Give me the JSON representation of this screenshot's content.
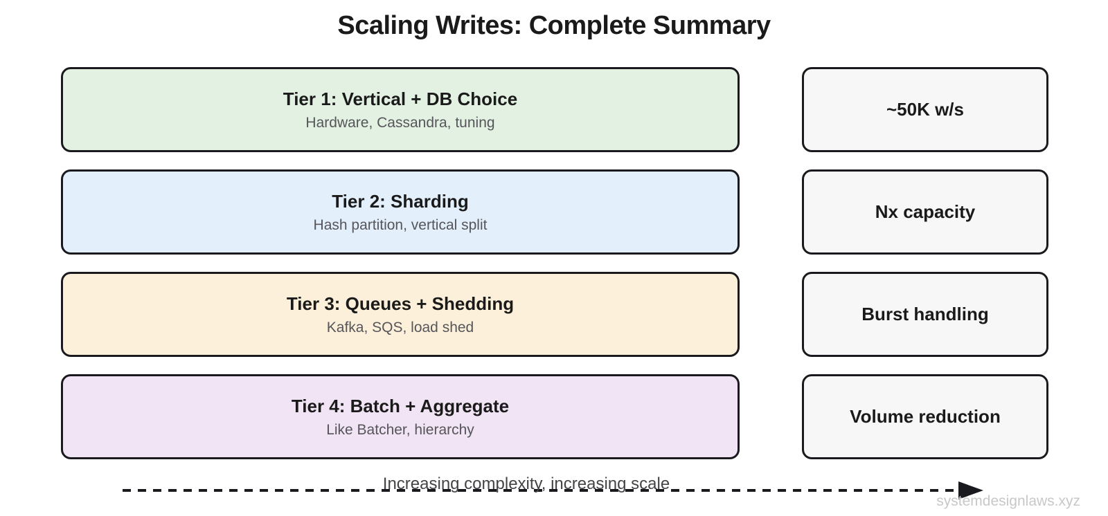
{
  "title": "Scaling Writes: Complete Summary",
  "tiers": [
    {
      "name": "Tier 1: Vertical + DB Choice",
      "detail": "Hardware, Cassandra, tuning",
      "capacity": "~50K w/s",
      "fill": "#e3f1e3"
    },
    {
      "name": "Tier 2: Sharding",
      "detail": "Hash partition, vertical split",
      "capacity": "Nx capacity",
      "fill": "#e3effb"
    },
    {
      "name": "Tier 3: Queues + Shedding",
      "detail": "Kafka, SQS, load shed",
      "capacity": "Burst handling",
      "fill": "#fdf0da"
    },
    {
      "name": "Tier 4: Batch + Aggregate",
      "detail": "Like Batcher, hierarchy",
      "capacity": "Volume reduction",
      "fill": "#f1e4f5"
    }
  ],
  "capacity_box_fill": "#f7f7f7",
  "border_color": "#1a1a1e",
  "axis_label": "Increasing complexity, increasing scale",
  "watermark": "systemdesignlaws.xyz"
}
